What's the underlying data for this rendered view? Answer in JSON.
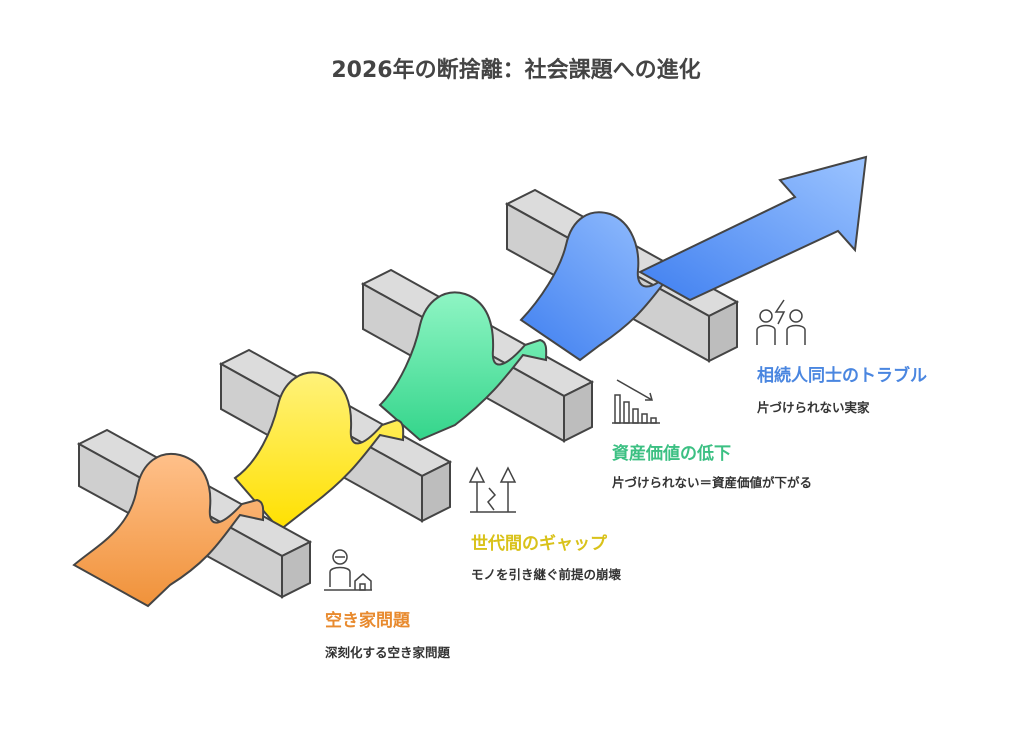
{
  "title": "2026年の断捨離：社会課題への進化",
  "colors": {
    "title": "#444444",
    "block_top": "#dcdcdc",
    "block_side": "#c8c8c8",
    "block_stroke": "#444444",
    "stage1": "#e88a2e",
    "stage2": "#d9c21a",
    "stage3": "#3cc083",
    "stage4": "#4a86e0"
  },
  "stages": [
    {
      "title": "空き家問題",
      "description": "深刻化する空き家問題",
      "icon": "person-house-icon"
    },
    {
      "title": "世代間のギャップ",
      "description": "モノを引き継ぐ前提の崩壊",
      "icon": "broken-trees-icon"
    },
    {
      "title": "資産価値の低下",
      "description": "片づけられない＝資産価値が下がる",
      "icon": "declining-bar-chart-icon"
    },
    {
      "title": "相続人同士のトラブル",
      "description": "片づけられない実家",
      "icon": "conflict-people-icon"
    }
  ]
}
